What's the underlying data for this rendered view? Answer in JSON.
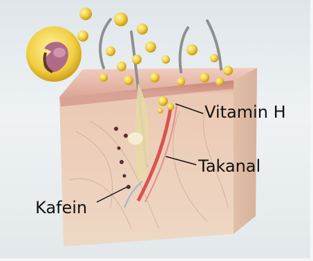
{
  "diagram": {
    "labels": {
      "vitamin_h": "Vitamin H",
      "takanal": "Takanal",
      "kafein": "Kafein"
    }
  },
  "colors": {
    "background": "#e6ecef",
    "skin_top": "#e7b7a5",
    "skin_side": "#e9c6b1",
    "particle": "#f0d24a",
    "hair": "#9a9a9a",
    "vessel_red": "#d9534f",
    "dark_dots": "#5a2a32"
  },
  "icons": [
    "skin-cross-section-illustration",
    "magnified-hair-follicle-icon",
    "particle-icon"
  ]
}
